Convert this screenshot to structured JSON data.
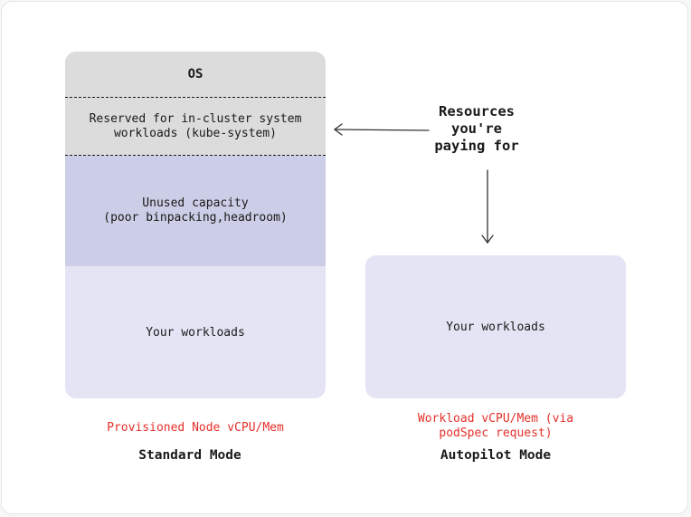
{
  "standard": {
    "os_label": "OS",
    "reserved_label": "Reserved for in-cluster system\nworkloads (kube-system)",
    "unused_label": "Unused capacity\n(poor binpacking,headroom)",
    "workloads_label": "Your workloads",
    "caption": "Provisioned Node vCPU/Mem",
    "mode_label": "Standard Mode"
  },
  "autopilot": {
    "workloads_label": "Your workloads",
    "caption": "Workload vCPU/Mem (via\npodSpec request)",
    "mode_label": "Autopilot Mode"
  },
  "callout": {
    "label": "Resources\nyou're\npaying for"
  },
  "colors": {
    "system_gray": "#dcdcdc",
    "unused_purple": "#cccde6",
    "workloads_lavender": "#e4e4f5",
    "caption_red": "#e5302a"
  }
}
